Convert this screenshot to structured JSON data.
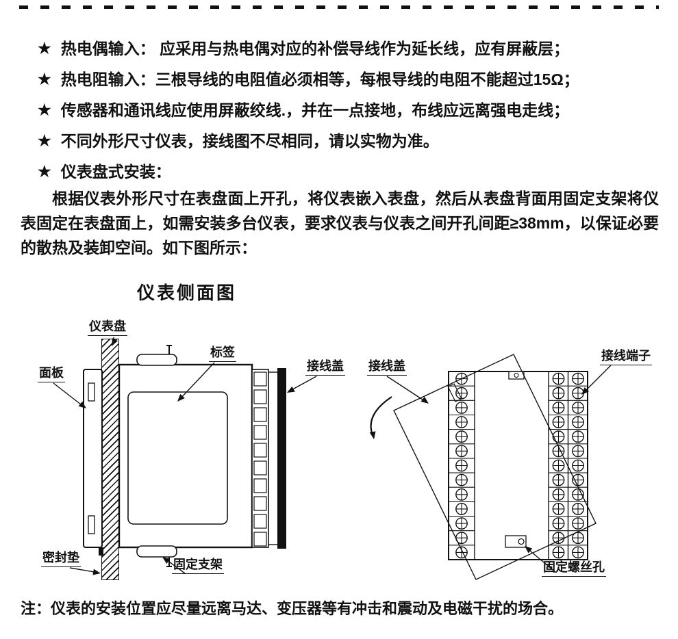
{
  "bullets": [
    {
      "star": "★",
      "text": "热电偶输入： 应采用与热电偶对应的补偿导线作为延长线，应有屏蔽层；"
    },
    {
      "star": "★",
      "text": "热电阻输入：三根导线的电阻值必须相等，每根导线的电阻不能超过15Ω；"
    },
    {
      "star": "★",
      "text": "传感器和通讯线应使用屏蔽绞线.，并在一点接地，布线应远离强电走线；"
    },
    {
      "star": "★",
      "text": "不同外形尺寸仪表，接线图不尽相同，请以实物为准。"
    },
    {
      "star": "★",
      "text": "仪表盘式安装："
    }
  ],
  "paragraph": "根据仪表外形尺寸在表盘面上开孔，将仪表嵌入表盘，然后从表盘背面用固定支架将仪表固定在表盘面上，如需安装多台仪表，要求仪表与仪表之间开孔间距≥38mm，以保证必要的散热及装卸空间。如下图所示：",
  "diagram": {
    "title": "仪表侧面图",
    "labels": {
      "panel_board": "仪表盘",
      "front_panel": "面板",
      "tag": "标签",
      "wiring_cover_left": "接线盖",
      "gasket": "密封垫",
      "bracket": "固定支架",
      "wiring_cover_right": "接线盖",
      "terminal": "接线端子",
      "screw_hole": "固定螺丝孔"
    }
  },
  "note": "注：仪表的安装位置应尽量远离马达、变压器等有冲击和震动及电磁干扰的场合。"
}
